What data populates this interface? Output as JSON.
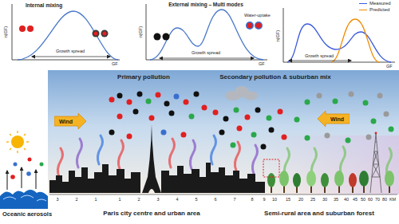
{
  "diagram": {
    "nodes": [
      {
        "text": [
          "Wind"
        ]
      },
      {
        "text": [
          "Wind"
        ]
      }
    ],
    "labels": [
      "Internal mixing",
      "n(GF)",
      "Growth spread",
      "GF",
      "External mixing – Multi modes",
      "Water-uptake",
      "n(GF)",
      "Growth spread",
      "GF",
      "n(GF)",
      "Growth spread",
      "GF",
      "Primary pollution",
      "Secondary pollution & suburban mix",
      "Oceanic aerosols",
      "Paris city centre and urban area",
      "Semi-rural area and suburban forest",
      "3",
      "2",
      "1",
      "1",
      "2",
      "3",
      "4",
      "5",
      "6",
      "7",
      "8",
      "9",
      "10",
      "15",
      "20",
      "25",
      "30",
      "35",
      "40",
      "45",
      "50",
      "60",
      "70",
      "80",
      "KM"
    ],
    "legend": [
      {
        "text": "Measured"
      },
      {
        "text": "Predicted"
      }
    ]
  }
}
